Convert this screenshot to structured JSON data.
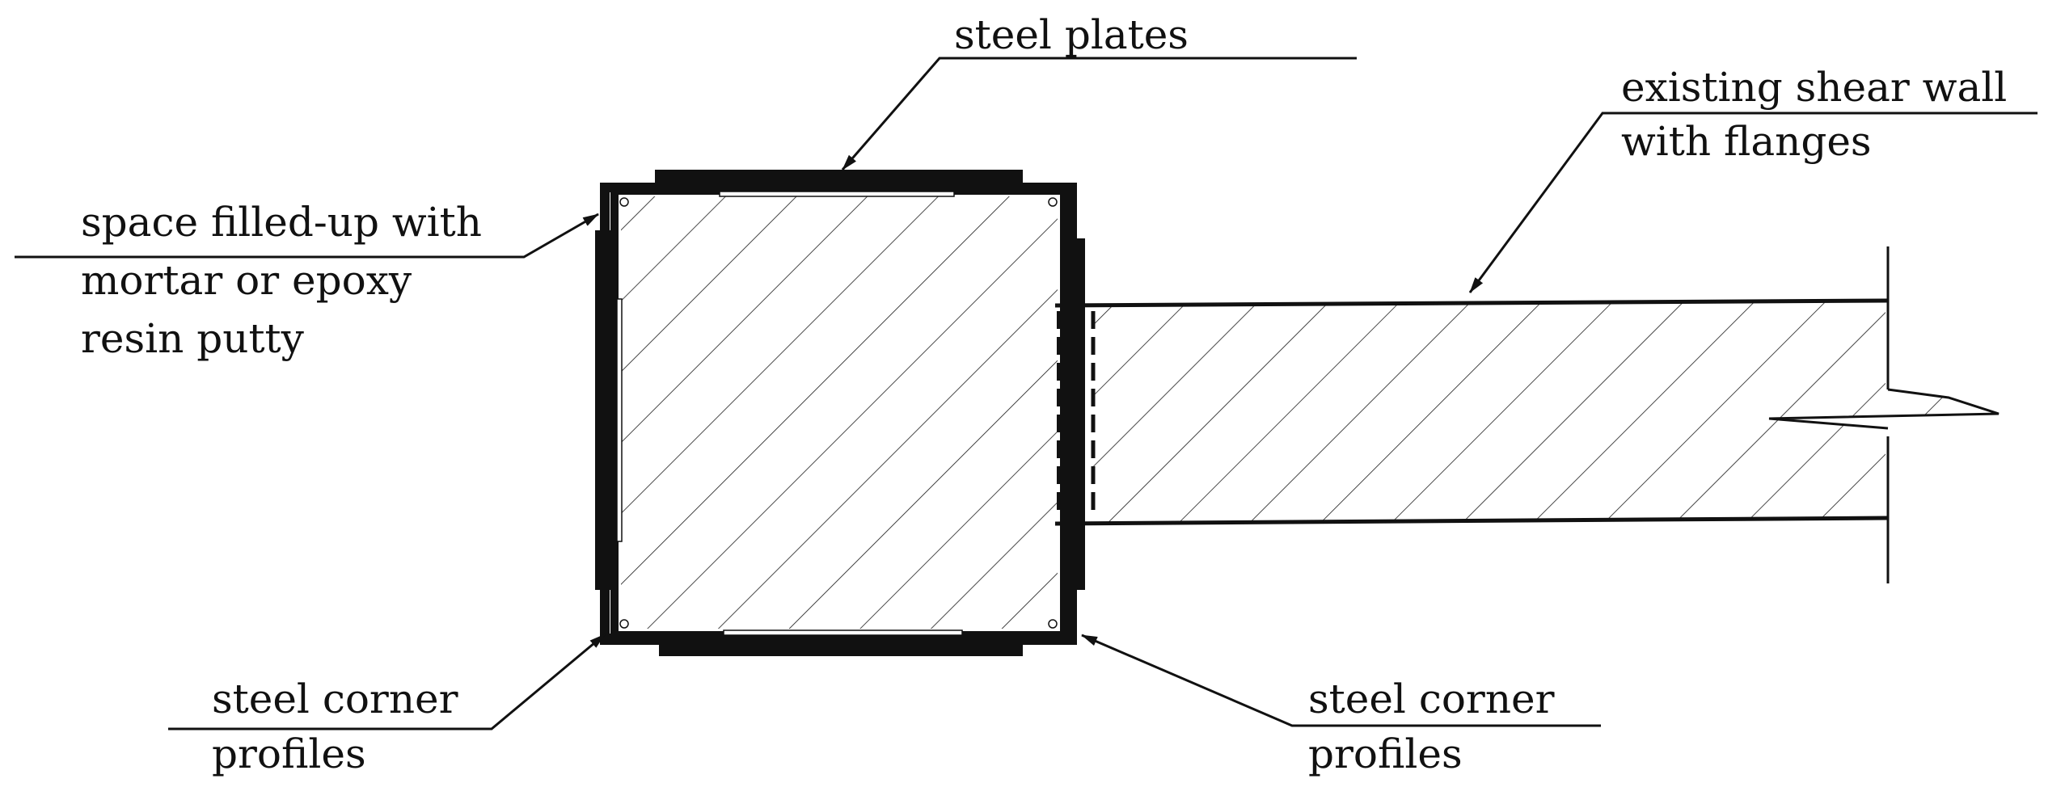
{
  "labels": {
    "steel_plates": "steel plates",
    "existing_wall_line1": "existing shear wall",
    "existing_wall_line2": "with flanges",
    "space_line1": "space filled-up with",
    "space_line2": "mortar or epoxy",
    "space_line3": "resin putty",
    "corner_left_line1": "steel corner",
    "corner_left_line2": "profiles",
    "corner_right_line1": "steel corner",
    "corner_right_line2": "profiles"
  },
  "colors": {
    "ink": "#111111",
    "background": "#ffffff"
  }
}
